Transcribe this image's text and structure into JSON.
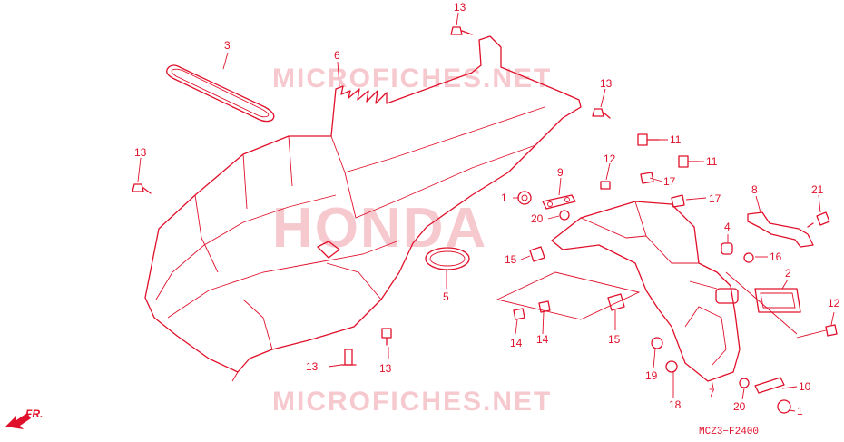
{
  "diagram_code": "MCZ3−F2400",
  "direction_label": "FR.",
  "watermark_top": "MICROFICHES.NET",
  "watermark_bottom": "MICROFICHES.NET",
  "watermark_center": "HONDA",
  "colors": {
    "line": "#e0102a",
    "watermark": "#f6c9cf",
    "background": "#ffffff"
  },
  "callouts": {
    "c13a": "13",
    "c3": "3",
    "c6": "6",
    "c13b": "13",
    "c13c": "13",
    "c11a": "11",
    "c11b": "11",
    "c12a": "12",
    "c9": "9",
    "c17a": "17",
    "c1a": "1",
    "c20a": "20",
    "c17b": "17",
    "c8": "8",
    "c21": "21",
    "c4": "4",
    "c15a": "15",
    "c16": "16",
    "c5": "5",
    "c2": "2",
    "c14a": "14",
    "c14b": "14",
    "c15b": "15",
    "c12b": "12",
    "c13d": "13",
    "c13e": "13",
    "c19": "19",
    "c7": "7",
    "c10": "10",
    "c18": "18",
    "c20b": "20",
    "c1b": "1"
  }
}
